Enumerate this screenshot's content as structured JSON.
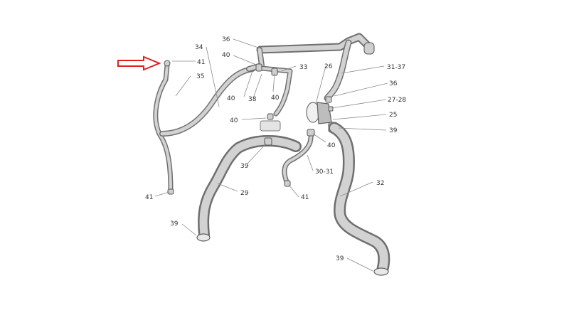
{
  "labels": {
    "l36a": "36",
    "l40a": "40",
    "l34": "34",
    "l41a": "41",
    "l35": "35",
    "l33": "33",
    "l26": "26",
    "l3137": "31-37",
    "l36b": "36",
    "l2728": "27-28",
    "l25": "25",
    "l39a": "39",
    "l40b": "40",
    "l38": "38",
    "l40c": "40",
    "l40d": "40",
    "l40e": "40",
    "l39b": "39",
    "l3031": "30-31",
    "l29": "29",
    "l41b": "41",
    "l41c": "41",
    "l32": "32",
    "l39c": "39",
    "l39d": "39"
  },
  "colors": {
    "arrow": "#e02020",
    "hose_outline": "#6f6f6f",
    "hose_fill": "#d2d2d2",
    "leader": "#8a8a8a",
    "label": "#333333"
  },
  "icons": {
    "pointer": "red-outline-arrow-icon"
  }
}
